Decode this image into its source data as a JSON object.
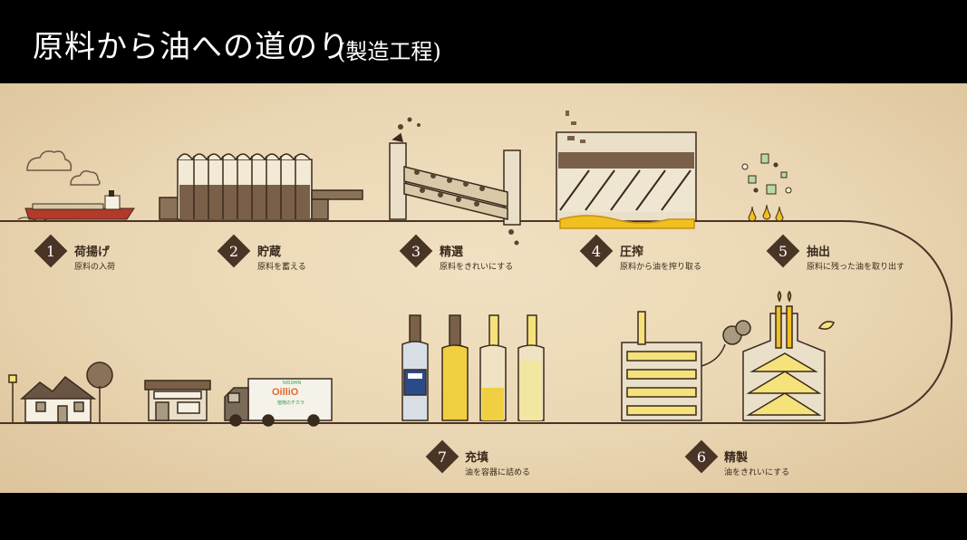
{
  "header": {
    "title": "原料から油への道のり",
    "subtitle": "(製造工程)"
  },
  "colors": {
    "background": "#ead6b3",
    "ink": "#3a2a1c",
    "badge": "#4a3426",
    "oil": "#f0c020",
    "oil_light": "#f5e27a",
    "truck_brand": "#e06a2a"
  },
  "steps": [
    {
      "number": "1",
      "title": "荷揚げ",
      "desc": "原料の入荷"
    },
    {
      "number": "2",
      "title": "貯蔵",
      "desc": "原料を蓄える"
    },
    {
      "number": "3",
      "title": "精選",
      "desc": "原料をきれいにする"
    },
    {
      "number": "4",
      "title": "圧搾",
      "desc": "原料から油を搾り取る"
    },
    {
      "number": "5",
      "title": "抽出",
      "desc": "原料に残った油を取り出す"
    },
    {
      "number": "6",
      "title": "精製",
      "desc": "油をきれいにする"
    },
    {
      "number": "7",
      "title": "充填",
      "desc": "油を容器に詰める"
    }
  ],
  "truck": {
    "brand_top": "NISSHIN",
    "brand": "OilliO",
    "brand_sub": "植物のチカラ"
  }
}
